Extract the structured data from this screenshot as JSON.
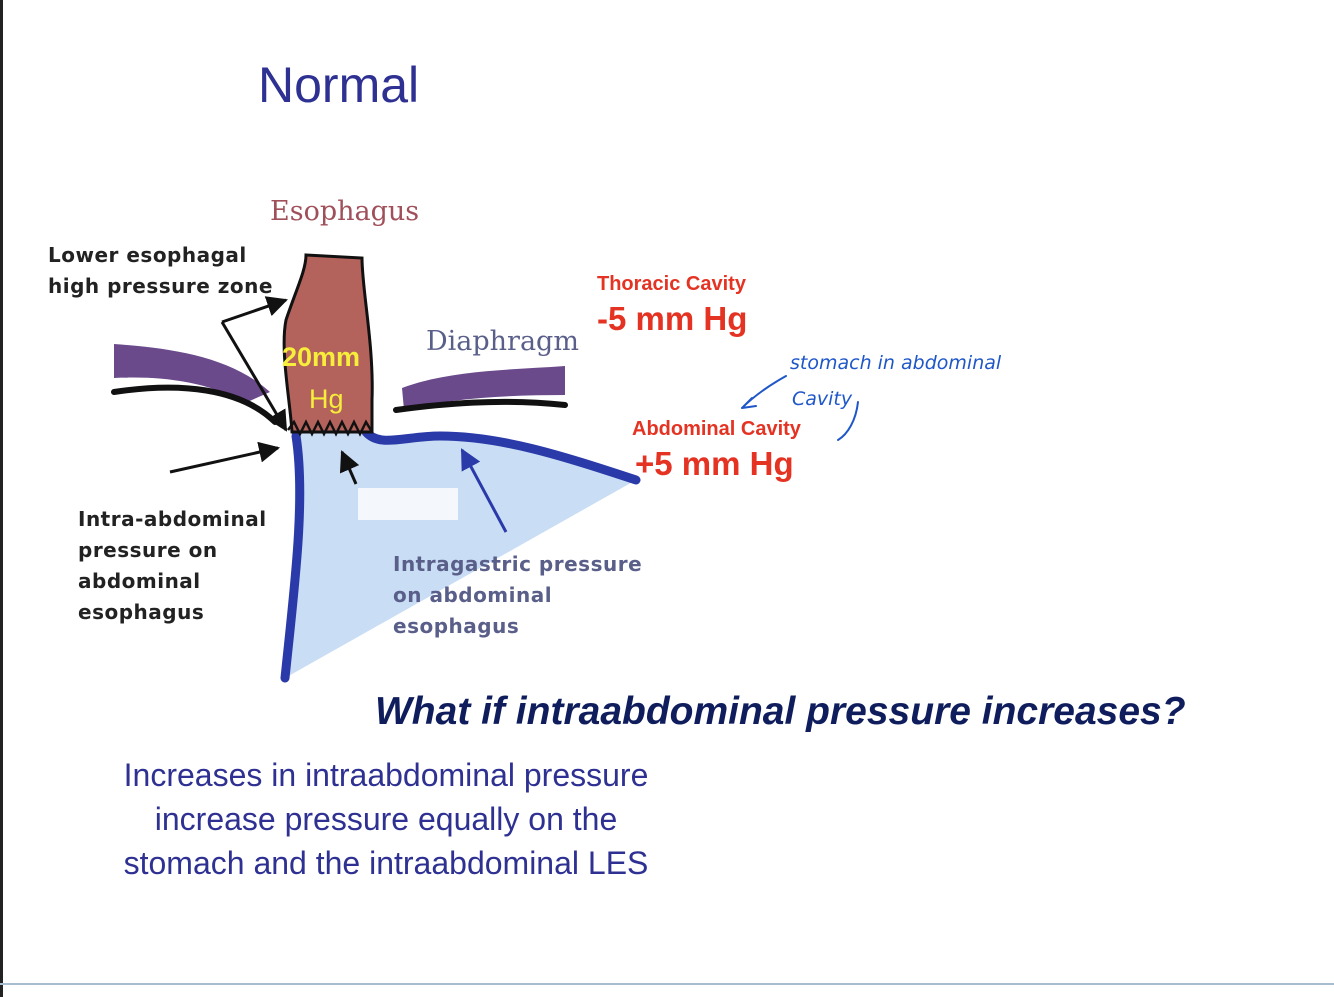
{
  "title": "Normal",
  "labels": {
    "esophagus": "Esophagus",
    "diaphragm": "Diaphragm",
    "lower_hpz_line1": "Lower esophagal",
    "lower_hpz_line2": "high pressure zone",
    "intra_abd_1": "Intra-abdominal",
    "intra_abd_2": "pressure on",
    "intra_abd_3": "abdominal",
    "intra_abd_4": "esophagus",
    "intragastric_1": "Intragastric pressure",
    "intragastric_2": "on abdominal",
    "intragastric_3": "esophagus",
    "les_value": "20mm",
    "les_unit": "Hg"
  },
  "pressures": {
    "thoracic_label": "Thoracic Cavity",
    "thoracic_value": "-5 mm Hg",
    "abdominal_label": "Abdominal Cavity",
    "abdominal_value": "+5 mm Hg"
  },
  "annotation": {
    "line1": "stomach in abdominal",
    "line2": "Cavity"
  },
  "question": "What if intraabdominal pressure increases?",
  "explanation": [
    "Increases in intraabdominal pressure",
    "increase pressure equally on the",
    "stomach and the intraabdominal LES"
  ],
  "colors": {
    "title": "#2e3192",
    "pressure_red": "#e53323",
    "esophagus": "#b4635c",
    "diaphragm": "#6b4a8c",
    "stomach_fill": "#c9ddf5",
    "stomach_wall": "#2a3aa8",
    "highlight_yellow": "#f6ee3a",
    "annotation_blue": "#1f57c9"
  }
}
